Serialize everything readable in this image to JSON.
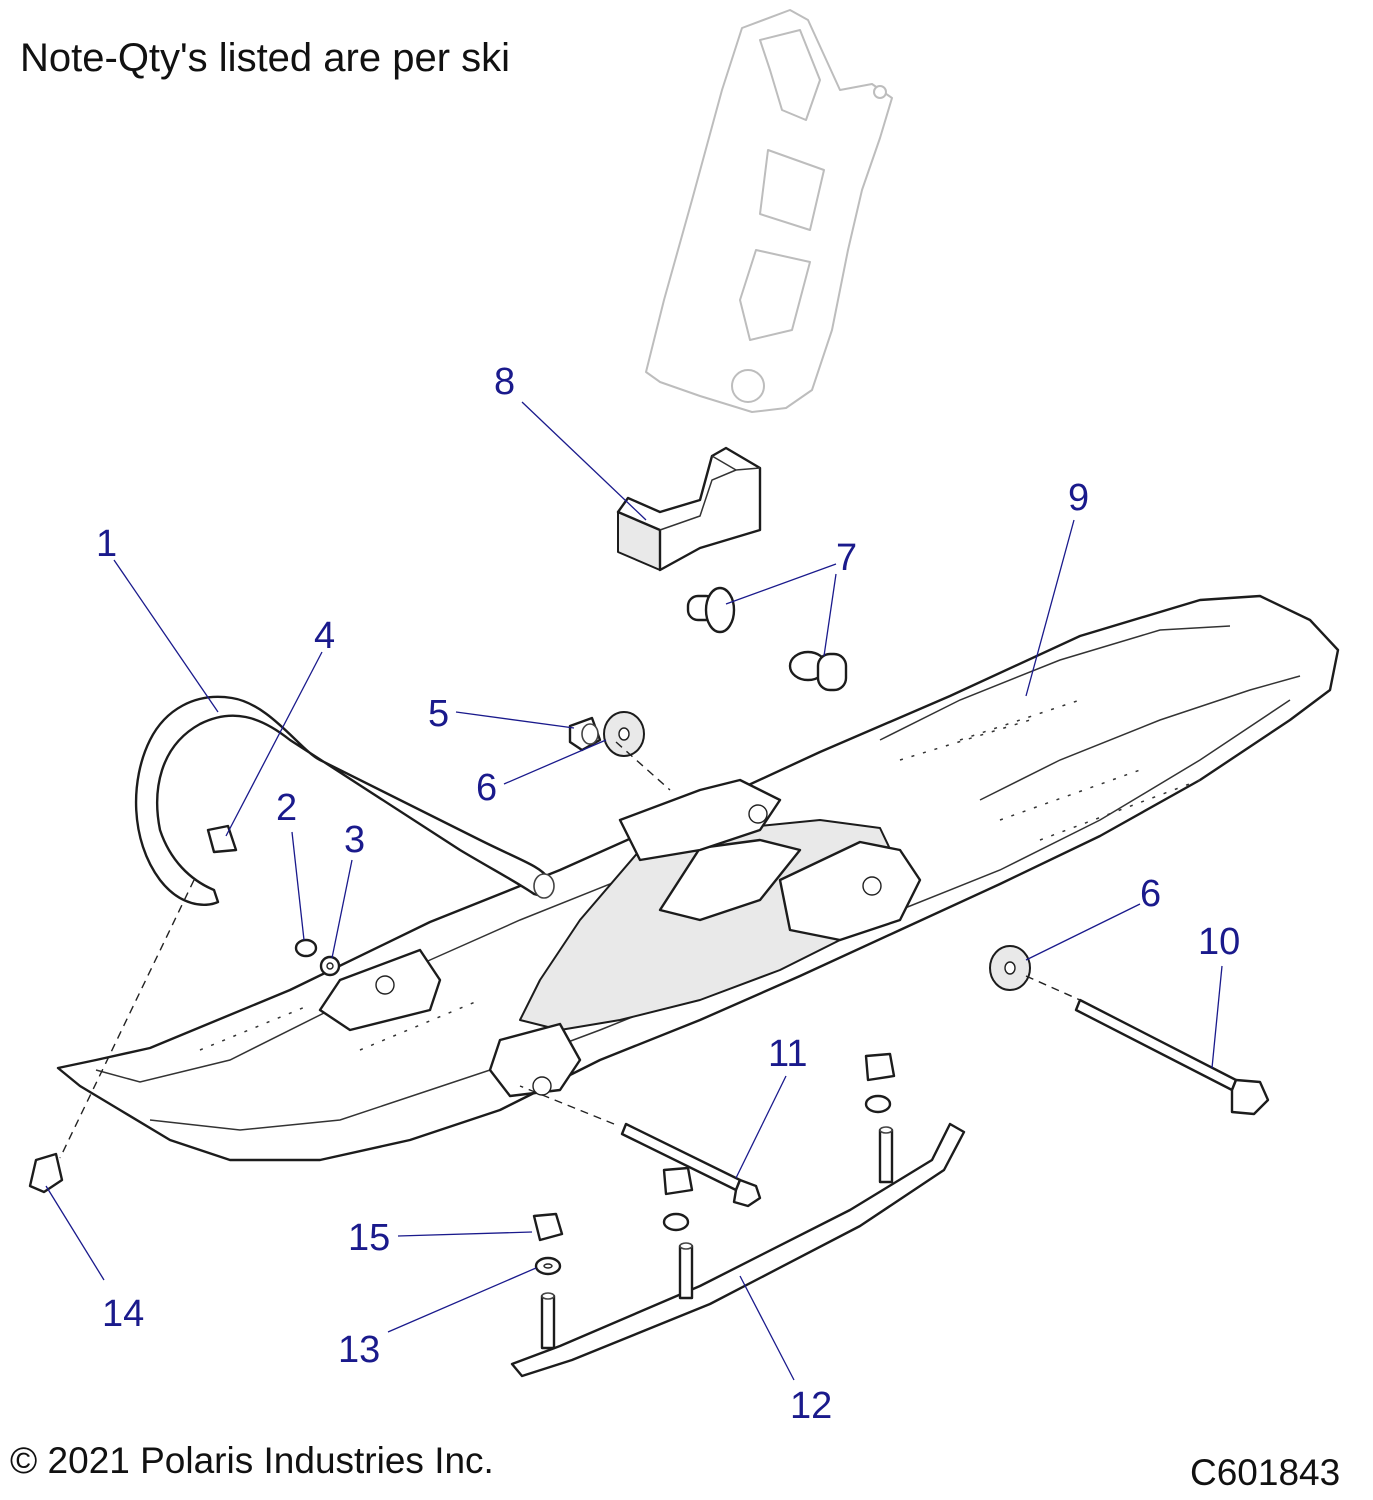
{
  "header": {
    "note": "Note-Qty's listed are per ski"
  },
  "footer": {
    "copyright": "© 2021 Polaris Industries Inc.",
    "diagram_code": "C601843"
  },
  "callouts": [
    {
      "id": "c1",
      "text": "1"
    },
    {
      "id": "c2",
      "text": "2"
    },
    {
      "id": "c3",
      "text": "3"
    },
    {
      "id": "c4",
      "text": "4"
    },
    {
      "id": "c5",
      "text": "5"
    },
    {
      "id": "c6a",
      "text": "6"
    },
    {
      "id": "c6b",
      "text": "6"
    },
    {
      "id": "c7",
      "text": "7"
    },
    {
      "id": "c8",
      "text": "8"
    },
    {
      "id": "c9",
      "text": "9"
    },
    {
      "id": "c10",
      "text": "10"
    },
    {
      "id": "c11",
      "text": "11"
    },
    {
      "id": "c12",
      "text": "12"
    },
    {
      "id": "c13",
      "text": "13"
    },
    {
      "id": "c14",
      "text": "14"
    },
    {
      "id": "c15",
      "text": "15"
    }
  ],
  "colors": {
    "callout": "#1a1a8c",
    "outline": "#1c1c1c",
    "ghost_part": "#bdbdbd",
    "background": "#ffffff"
  }
}
